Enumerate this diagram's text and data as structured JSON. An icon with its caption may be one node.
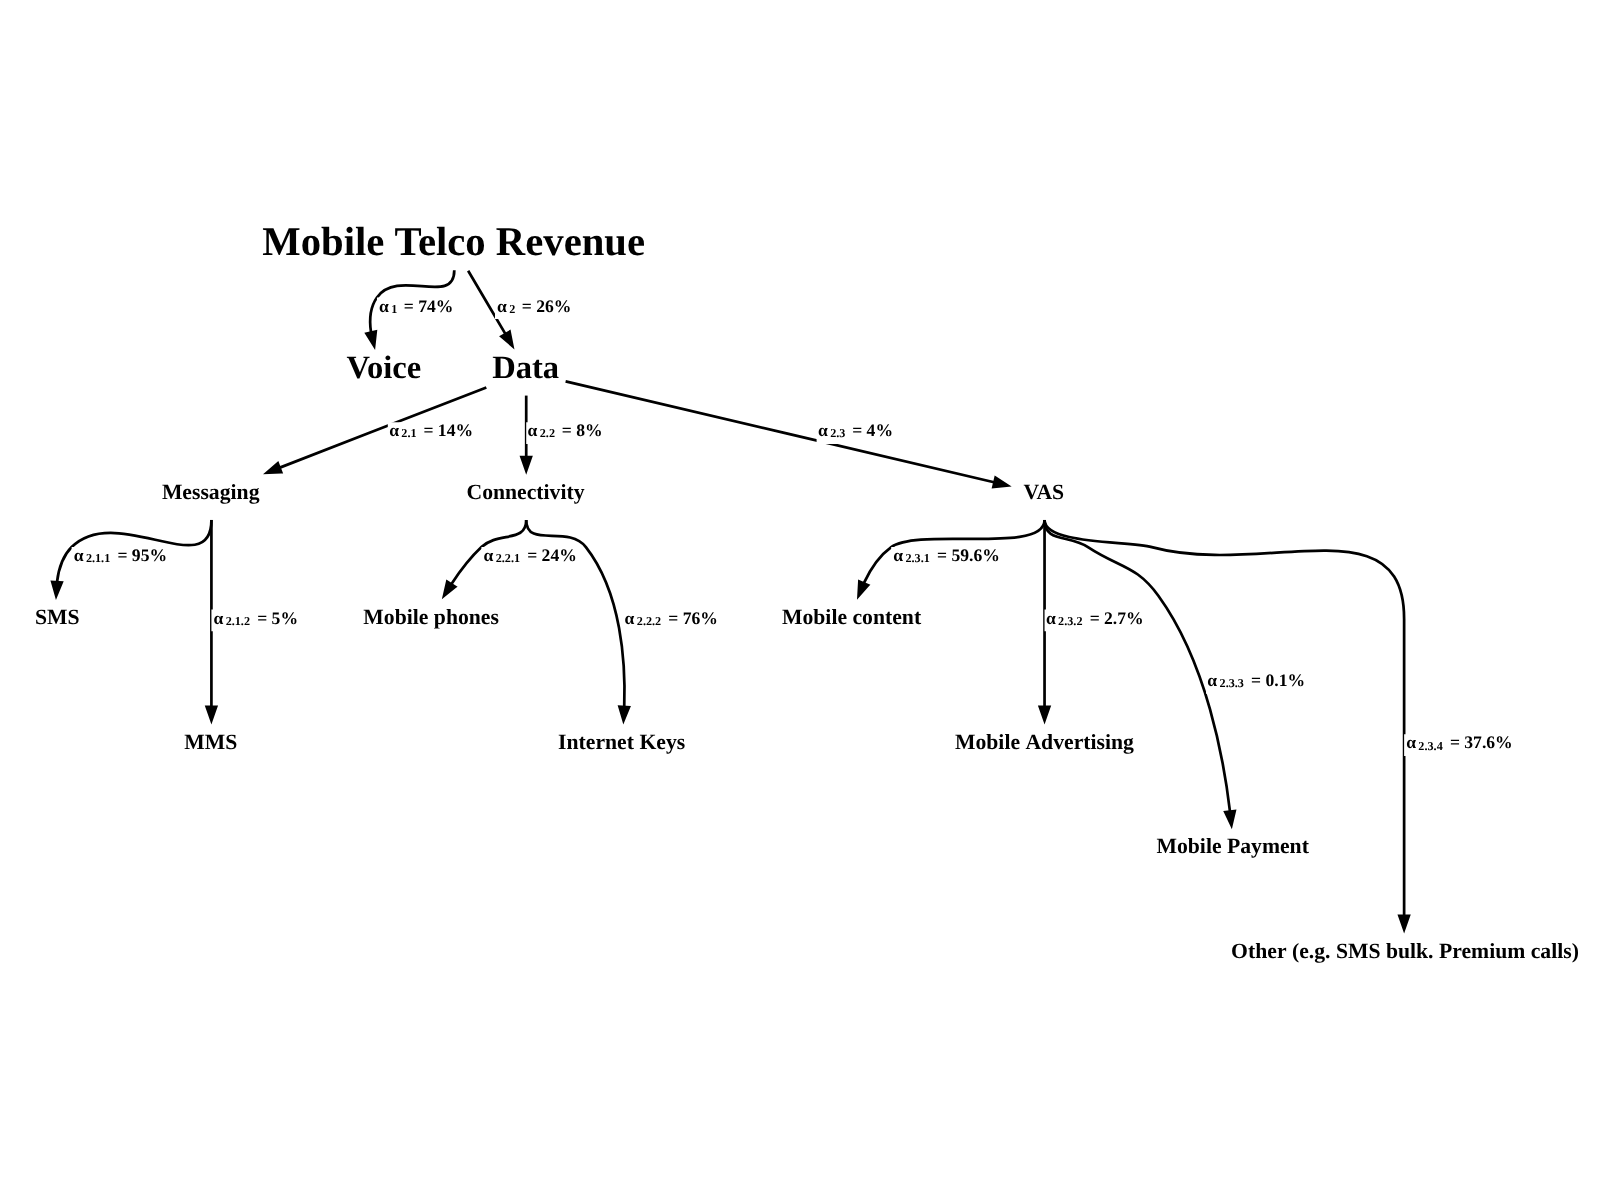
{
  "diagram": {
    "nodes": [
      {
        "text": [
          "Mobile Telco Revenue"
        ]
      },
      {
        "text": [
          "Voice"
        ]
      },
      {
        "text": [
          "Data"
        ]
      },
      {
        "text": [
          "Messaging"
        ]
      },
      {
        "text": [
          "Connectivity"
        ]
      },
      {
        "text": [
          "VAS"
        ]
      },
      {
        "text": [
          "SMS"
        ]
      },
      {
        "text": [
          "MMS"
        ]
      },
      {
        "text": [
          "Mobile phones"
        ]
      },
      {
        "text": [
          "Internet Keys"
        ]
      },
      {
        "text": [
          "Mobile content"
        ]
      },
      {
        "text": [
          "Mobile Advertising"
        ]
      },
      {
        "text": [
          "Mobile Payment"
        ]
      },
      {
        "text": [
          "Other (e.g. SMS bulk. Premium calls)"
        ]
      }
    ],
    "edges": [
      {
        "from": 0,
        "to": 1,
        "arrow": "to",
        "label": "α$_{1}$ = 74%"
      },
      {
        "from": 0,
        "to": 2,
        "arrow": "to",
        "label": "α$_{2}$ = 26%"
      },
      {
        "from": 2,
        "to": 3,
        "arrow": "to",
        "label": "α$_{2.1}$ = 14%"
      },
      {
        "from": 2,
        "to": 4,
        "arrow": "to",
        "label": "α$_{2.2}$ = 8%"
      },
      {
        "from": 2,
        "to": 5,
        "arrow": "to",
        "label": "α$_{2.3}$ = 4%"
      },
      {
        "from": 3,
        "to": 6,
        "arrow": "to",
        "label": "α$_{2.1.1}$ = 95%"
      },
      {
        "from": 3,
        "to": 7,
        "arrow": "to",
        "label": "α$_{2.1.2}$ = 5%"
      },
      {
        "from": 4,
        "to": 8,
        "arrow": "to",
        "label": "α$_{2.2.1}$ = 24%"
      },
      {
        "from": 4,
        "to": 9,
        "arrow": "to",
        "label": "α$_{2.2.2}$ = 76%"
      },
      {
        "from": 5,
        "to": 10,
        "arrow": "to",
        "label": "α$_{2.3.1}$ = 59.6%"
      },
      {
        "from": 5,
        "to": 11,
        "arrow": "to",
        "label": "α$_{2.3.2}$ = 2.7%"
      },
      {
        "from": 5,
        "to": 12,
        "arrow": "to",
        "label": "α$_{2.3.3}$ = 0.1%"
      },
      {
        "from": 5,
        "to": 13,
        "arrow": "to",
        "label": "α$_{2.3.4}$ = 37.6%"
      }
    ]
  }
}
